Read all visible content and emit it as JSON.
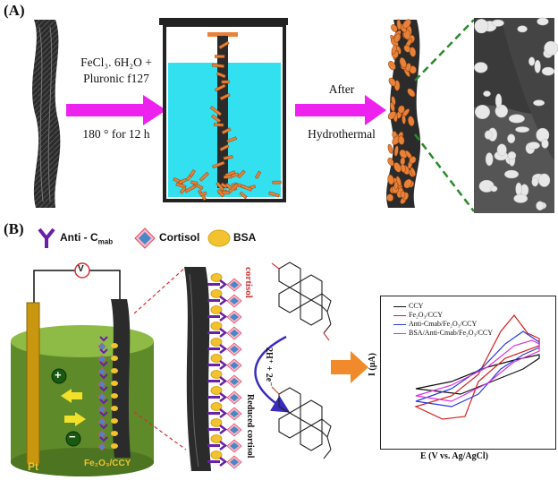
{
  "figure": {
    "panel_a_label": "(A)",
    "panel_b_label": "(B)",
    "colors": {
      "arrow_magenta": "#ee22ee",
      "solution_cyan": "#33e0f0",
      "fe2o3_orange": "#e8823a",
      "fiber_dark": "#2b2b2b",
      "beaker_green": "#5f8a2a",
      "pt_electrode": "#c8960f",
      "antibody_purple": "#6a1fa8",
      "cortisol_blue": "#4a86c8",
      "bsa_yellow": "#f2c32e",
      "reaction_arrow": "#3a2bbf",
      "result_arrow": "#f08a2a",
      "zoom_dash_green": "#2a8a2a",
      "zoom_dash_red": "#d33030"
    }
  },
  "panel_a": {
    "step1": {
      "line1": "FeCl₃. 6H₂O +",
      "line2": "Pluronic f127",
      "line3": "180 ° for 12 h"
    },
    "step2": {
      "line1": "After",
      "line2": "Hydrothermal"
    },
    "icons": [
      "fiber-icon",
      "autoclave-icon",
      "coated-fiber-icon",
      "sem-image-icon"
    ]
  },
  "panel_b": {
    "legend": [
      {
        "label": "Anti - C",
        "subscript": "mab",
        "icon": "antibody-icon"
      },
      {
        "label": "Cortisol",
        "icon": "cortisol-diamond-icon"
      },
      {
        "label": "BSA",
        "icon": "bsa-blob-icon"
      }
    ],
    "cell": {
      "voltmeter": "V",
      "plus": "+",
      "minus": "−",
      "pt_label": "Pt",
      "working_label": "Fe₂O₃/CCY"
    },
    "reaction": {
      "top_molecule": "cortisol",
      "bottom_molecule": "Reduced cortisol",
      "electrons": "2H⁺ + 2e⁻"
    }
  },
  "chart_data": {
    "type": "line",
    "title": "",
    "xlabel": "E (V vs. Ag/AgCl)",
    "ylabel": "I (μA)",
    "grid": false,
    "legend_position": "top-left",
    "series": [
      {
        "name": "CCY",
        "color": "#111111"
      },
      {
        "name": "Fe₂O₃/CCY",
        "color": "#d42020"
      },
      {
        "name": "Anti-Cmab/Fe₂O₃/CCY",
        "color": "#2a3ad8"
      },
      {
        "name": "BSA/Anti-Cmab/Fe₂O₃/CCY",
        "color": "#dd33dd"
      }
    ]
  }
}
